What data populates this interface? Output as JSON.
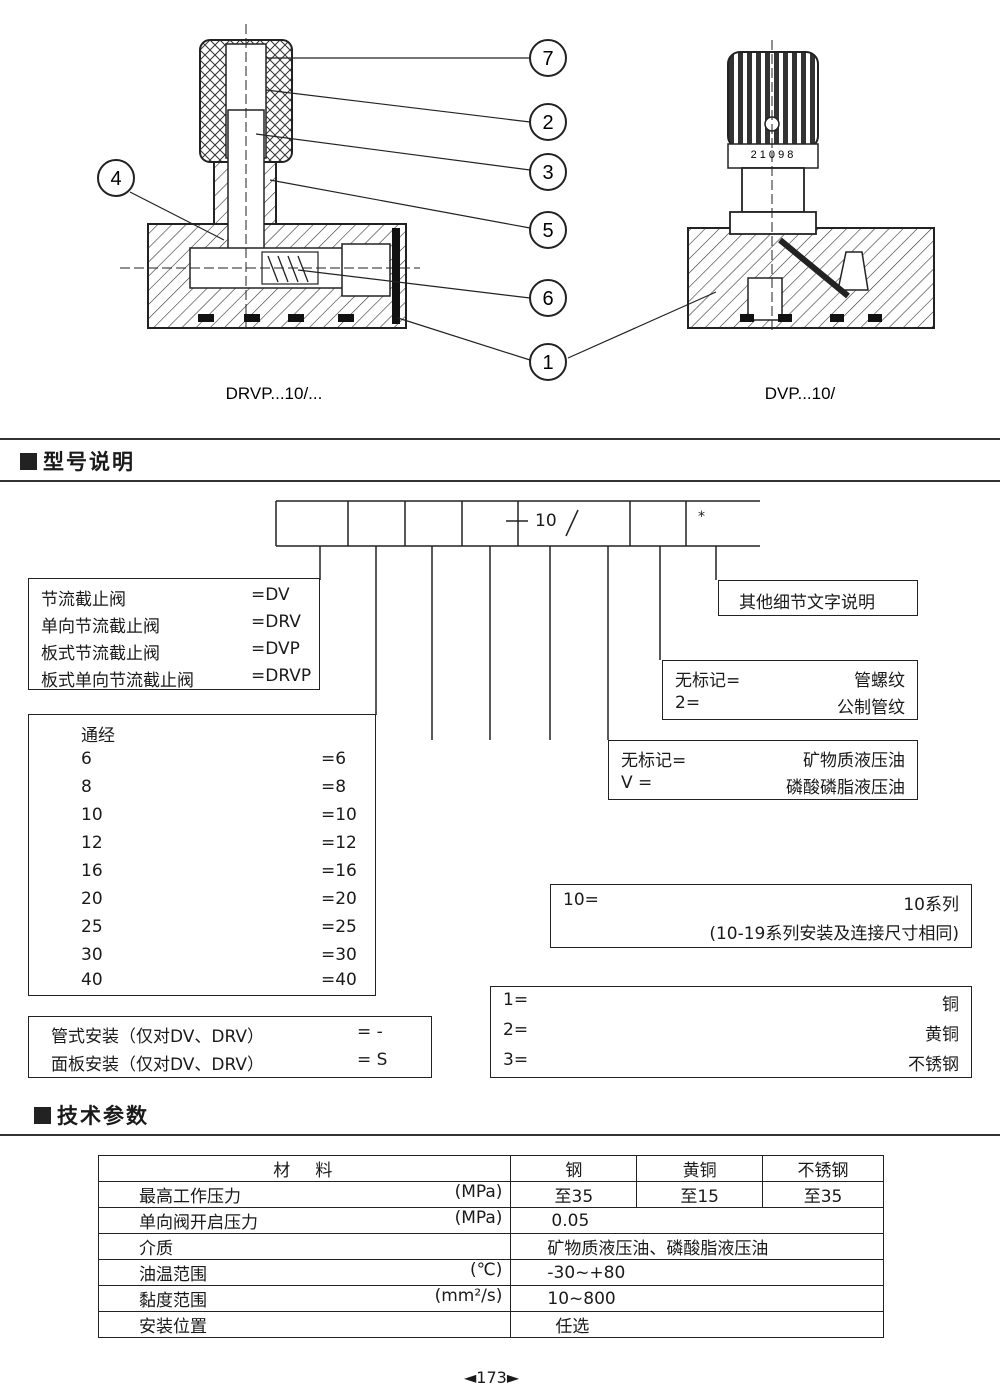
{
  "figures": {
    "left_caption": "DRVP...10/...",
    "right_caption": "DVP...10/",
    "callouts": [
      "7",
      "2",
      "3",
      "4",
      "5",
      "6",
      "1"
    ],
    "knob_scale": "2 1 0 9 8"
  },
  "section1": {
    "title": "型号说明"
  },
  "code": {
    "series": "10",
    "star": "*"
  },
  "types": [
    {
      "name": "节流截止阀",
      "code": "=DV"
    },
    {
      "name": "单向节流截止阀",
      "code": "=DRV"
    },
    {
      "name": "板式节流截止阀",
      "code": "=DVP"
    },
    {
      "name": "板式单向节流截止阀",
      "code": "=DRVP"
    }
  ],
  "sizes": {
    "header": "通经",
    "items": [
      {
        "size": "6",
        "code": "=6"
      },
      {
        "size": "8",
        "code": "=8"
      },
      {
        "size": "10",
        "code": "=10"
      },
      {
        "size": "12",
        "code": "=12"
      },
      {
        "size": "16",
        "code": "=16"
      },
      {
        "size": "20",
        "code": "=20"
      },
      {
        "size": "25",
        "code": "=25"
      },
      {
        "size": "30",
        "code": "=30"
      },
      {
        "size": "40",
        "code": "=40"
      }
    ]
  },
  "mounting": [
    {
      "name": "管式安装（仅对DV、DRV）",
      "code": "= -"
    },
    {
      "name": "面板安装（仅对DV、DRV）",
      "code": "= S"
    }
  ],
  "other_details": "其他细节文字说明",
  "thread": [
    {
      "mark": "无标记=",
      "desc": "管螺纹"
    },
    {
      "mark": "2=",
      "desc": "公制管纹"
    }
  ],
  "seal": [
    {
      "mark": "无标记=",
      "desc": "矿物质液压油"
    },
    {
      "mark": "V =",
      "desc": "磷酸磷脂液压油"
    }
  ],
  "series_box": {
    "mark": "10=",
    "desc": "10系列",
    "note": "(10-19系列安装及连接尺寸相同)"
  },
  "material": [
    {
      "mark": "1=",
      "desc": "铜"
    },
    {
      "mark": "2=",
      "desc": "黄铜"
    },
    {
      "mark": "3=",
      "desc": "不锈钢"
    }
  ],
  "section2": {
    "title": "技术参数"
  },
  "tech": {
    "header": {
      "label": "材　料",
      "c1": "钢",
      "c2": "黄铜",
      "c3": "不锈钢"
    },
    "max_pressure": {
      "label": "最高工作压力",
      "unit": "(MPa)",
      "c1": "至35",
      "c2": "至15",
      "c3": "至35"
    },
    "check_pressure": {
      "label": "单向阀开启压力",
      "unit": "(MPa)",
      "value": "0.05"
    },
    "medium": {
      "label": "介质",
      "value": "矿物质液压油、磷酸脂液压油"
    },
    "oil_temp": {
      "label": "油温范围",
      "unit": "(℃)",
      "value": "-30~+80"
    },
    "viscosity": {
      "label": "黏度范围",
      "unit": "(mm²/s)",
      "value": "10~800"
    },
    "install": {
      "label": "安装位置",
      "value": "任选"
    }
  },
  "page_number": "◄173►"
}
